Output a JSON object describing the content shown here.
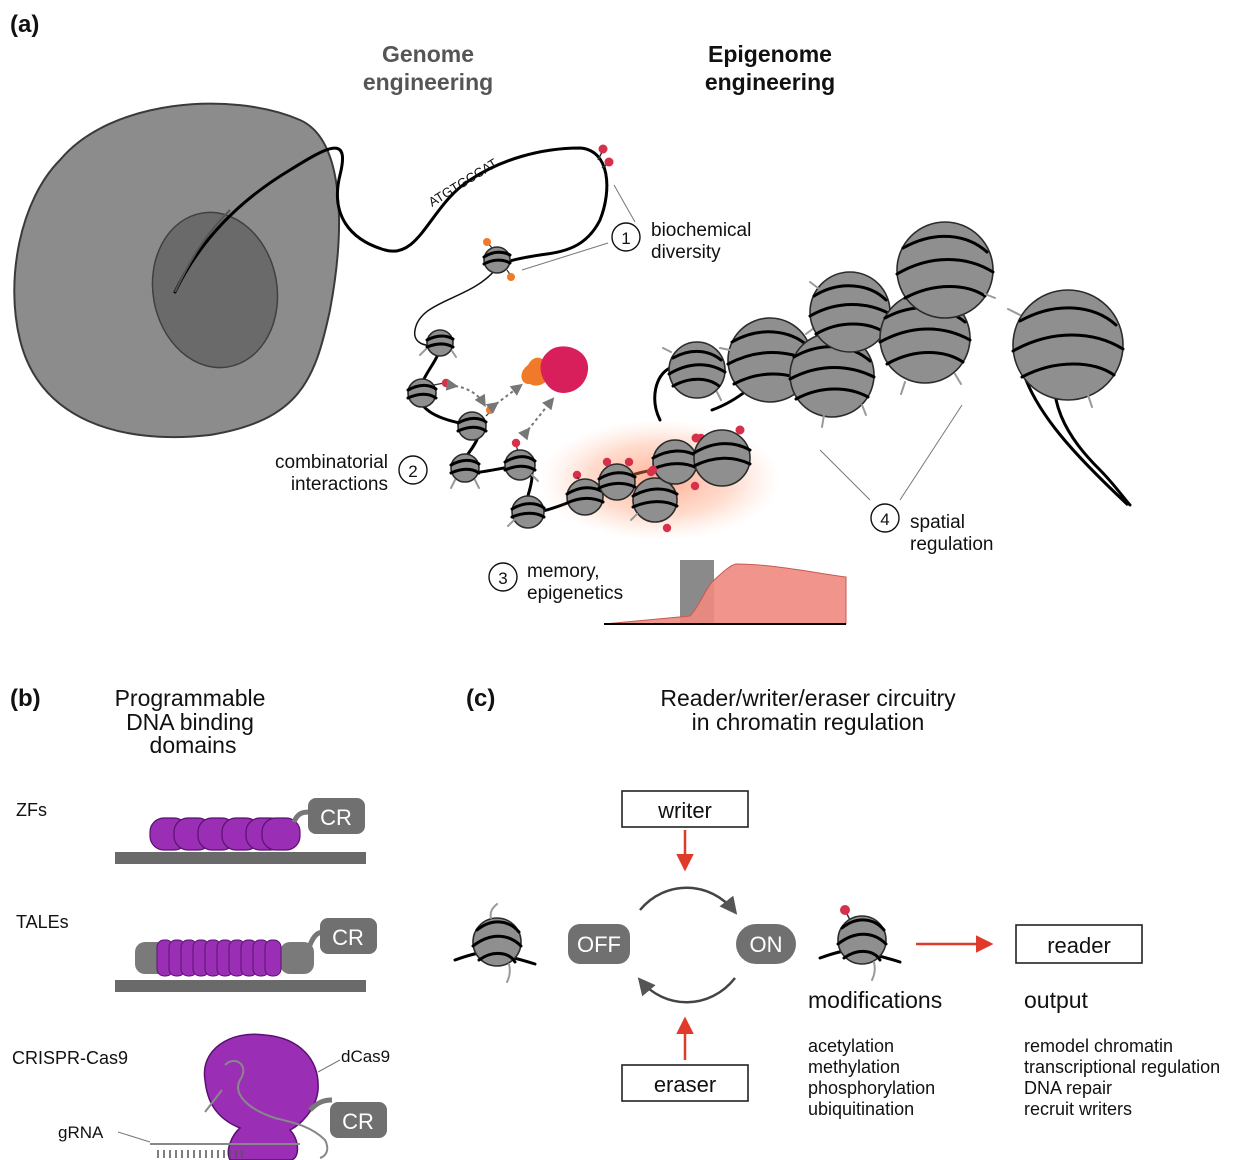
{
  "panel_a": {
    "label": "(a)",
    "genome_title_1": "Genome",
    "genome_title_2": "engineering",
    "epigenome_title_1": "Epigenome",
    "epigenome_title_2": "engineering",
    "dna_sequence": "ATGTGCCAT",
    "callouts": [
      {
        "number": "1",
        "line1": "biochemical",
        "line2": "diversity"
      },
      {
        "number": "2",
        "line1": "combinatorial",
        "line2": "interactions"
      },
      {
        "number": "3",
        "line1": "memory,",
        "line2": "epigenetics"
      },
      {
        "number": "4",
        "line1": "spatial",
        "line2": "regulation"
      }
    ]
  },
  "panel_b": {
    "label": "(b)",
    "title_1": "Programmable",
    "title_2": "DNA binding",
    "title_3": "domains",
    "rows": [
      {
        "name": "ZFs",
        "tag": "CR"
      },
      {
        "name": "TALEs",
        "tag": "CR"
      },
      {
        "name": "CRISPR-Cas9",
        "tag": "CR",
        "protein": "dCas9",
        "guide": "gRNA"
      }
    ]
  },
  "panel_c": {
    "label": "(c)",
    "title_1": "Reader/writer/eraser circuitry",
    "title_2": "in chromatin regulation",
    "writer": "writer",
    "eraser": "eraser",
    "off": "OFF",
    "on": "ON",
    "reader": "reader",
    "modifications_header": "modifications",
    "modifications": [
      "acetylation",
      "methylation",
      "phosphorylation",
      "ubiquitination"
    ],
    "output_header": "output",
    "outputs": [
      "remodel chromatin",
      "transcriptional regulation",
      "DNA repair",
      "recruit writers"
    ]
  },
  "colors": {
    "nucleosome": "#8f8f8f",
    "cell": "#8c8c8c",
    "nucleus": "#6a6a6a",
    "mark_red": "#d6304a",
    "mark_orange": "#f07a2a",
    "glow": "#ff7a4a",
    "memory_fill": "#f08880",
    "dbd_purple": "#9a2fb5",
    "arrow_red": "#e03a2a"
  }
}
